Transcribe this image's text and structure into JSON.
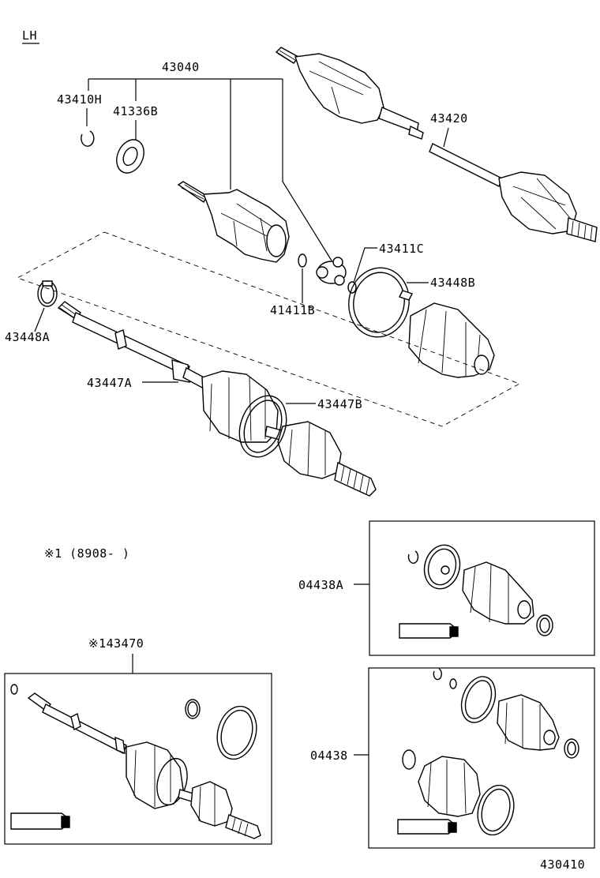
{
  "side_label": "LH",
  "labels": {
    "assy_43040": "43040",
    "p43410H": "43410H",
    "p41336B": "41336B",
    "p43420": "43420",
    "p43411C": "43411C",
    "p43448B": "43448B",
    "p41411B": "41411B",
    "p43448A": "43448A",
    "p43447A": "43447A",
    "p43447B": "43447B",
    "note_range": "※1 (8908-    )",
    "kit_04438A": "04438A",
    "kit_04438": "04438",
    "assy_43470": "※143470",
    "figure_no": "430410"
  }
}
